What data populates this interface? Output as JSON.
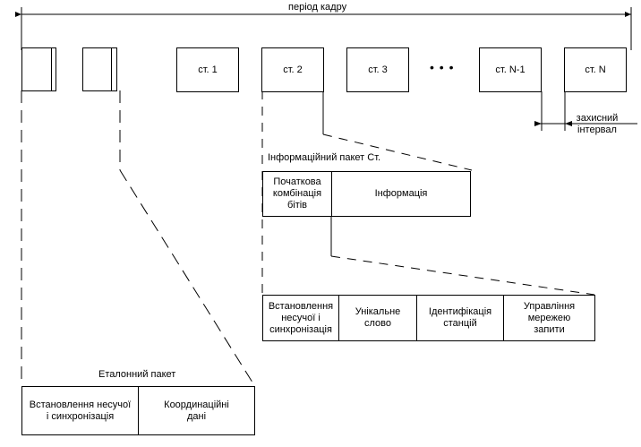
{
  "frame": {
    "period_label": "період кадру",
    "slots": [
      "ст. 1",
      "ст. 2",
      "ст. 3",
      "ст. N-1",
      "ст. N"
    ],
    "ellipsis": "• • •",
    "guard_interval_label": "захисний\nінтервал"
  },
  "info_packet": {
    "title": "Інформаційний пакет Ст.",
    "fields": [
      "Початкова\nкомбінація\nбітів",
      "Інформація"
    ]
  },
  "preamble": {
    "fields": [
      "Встановлення\nнесучої і\nсинхронізація",
      "Унікальне\nслово",
      "Ідентифікація\nстанцій",
      "Управління\nмережею\nзапити"
    ]
  },
  "reference_packet": {
    "title": "Еталонний пакет",
    "fields": [
      "Встановлення несучої\nі синхронізація",
      "Координаційні\nдані"
    ]
  }
}
